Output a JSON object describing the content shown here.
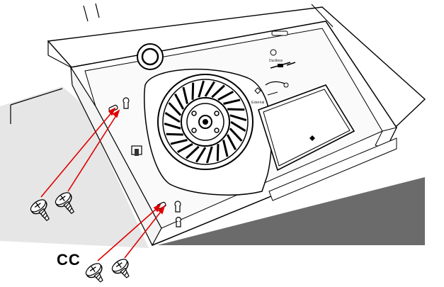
{
  "diagram": {
    "part_label": "CC",
    "fan_labels": {
      "ductless": "Ductless",
      "external": "External"
    },
    "colors": {
      "callout_line": "#e00000",
      "wall_shade": "#e4e4e4",
      "counter_shade": "#6a6a6a",
      "outline": "#000000"
    }
  }
}
